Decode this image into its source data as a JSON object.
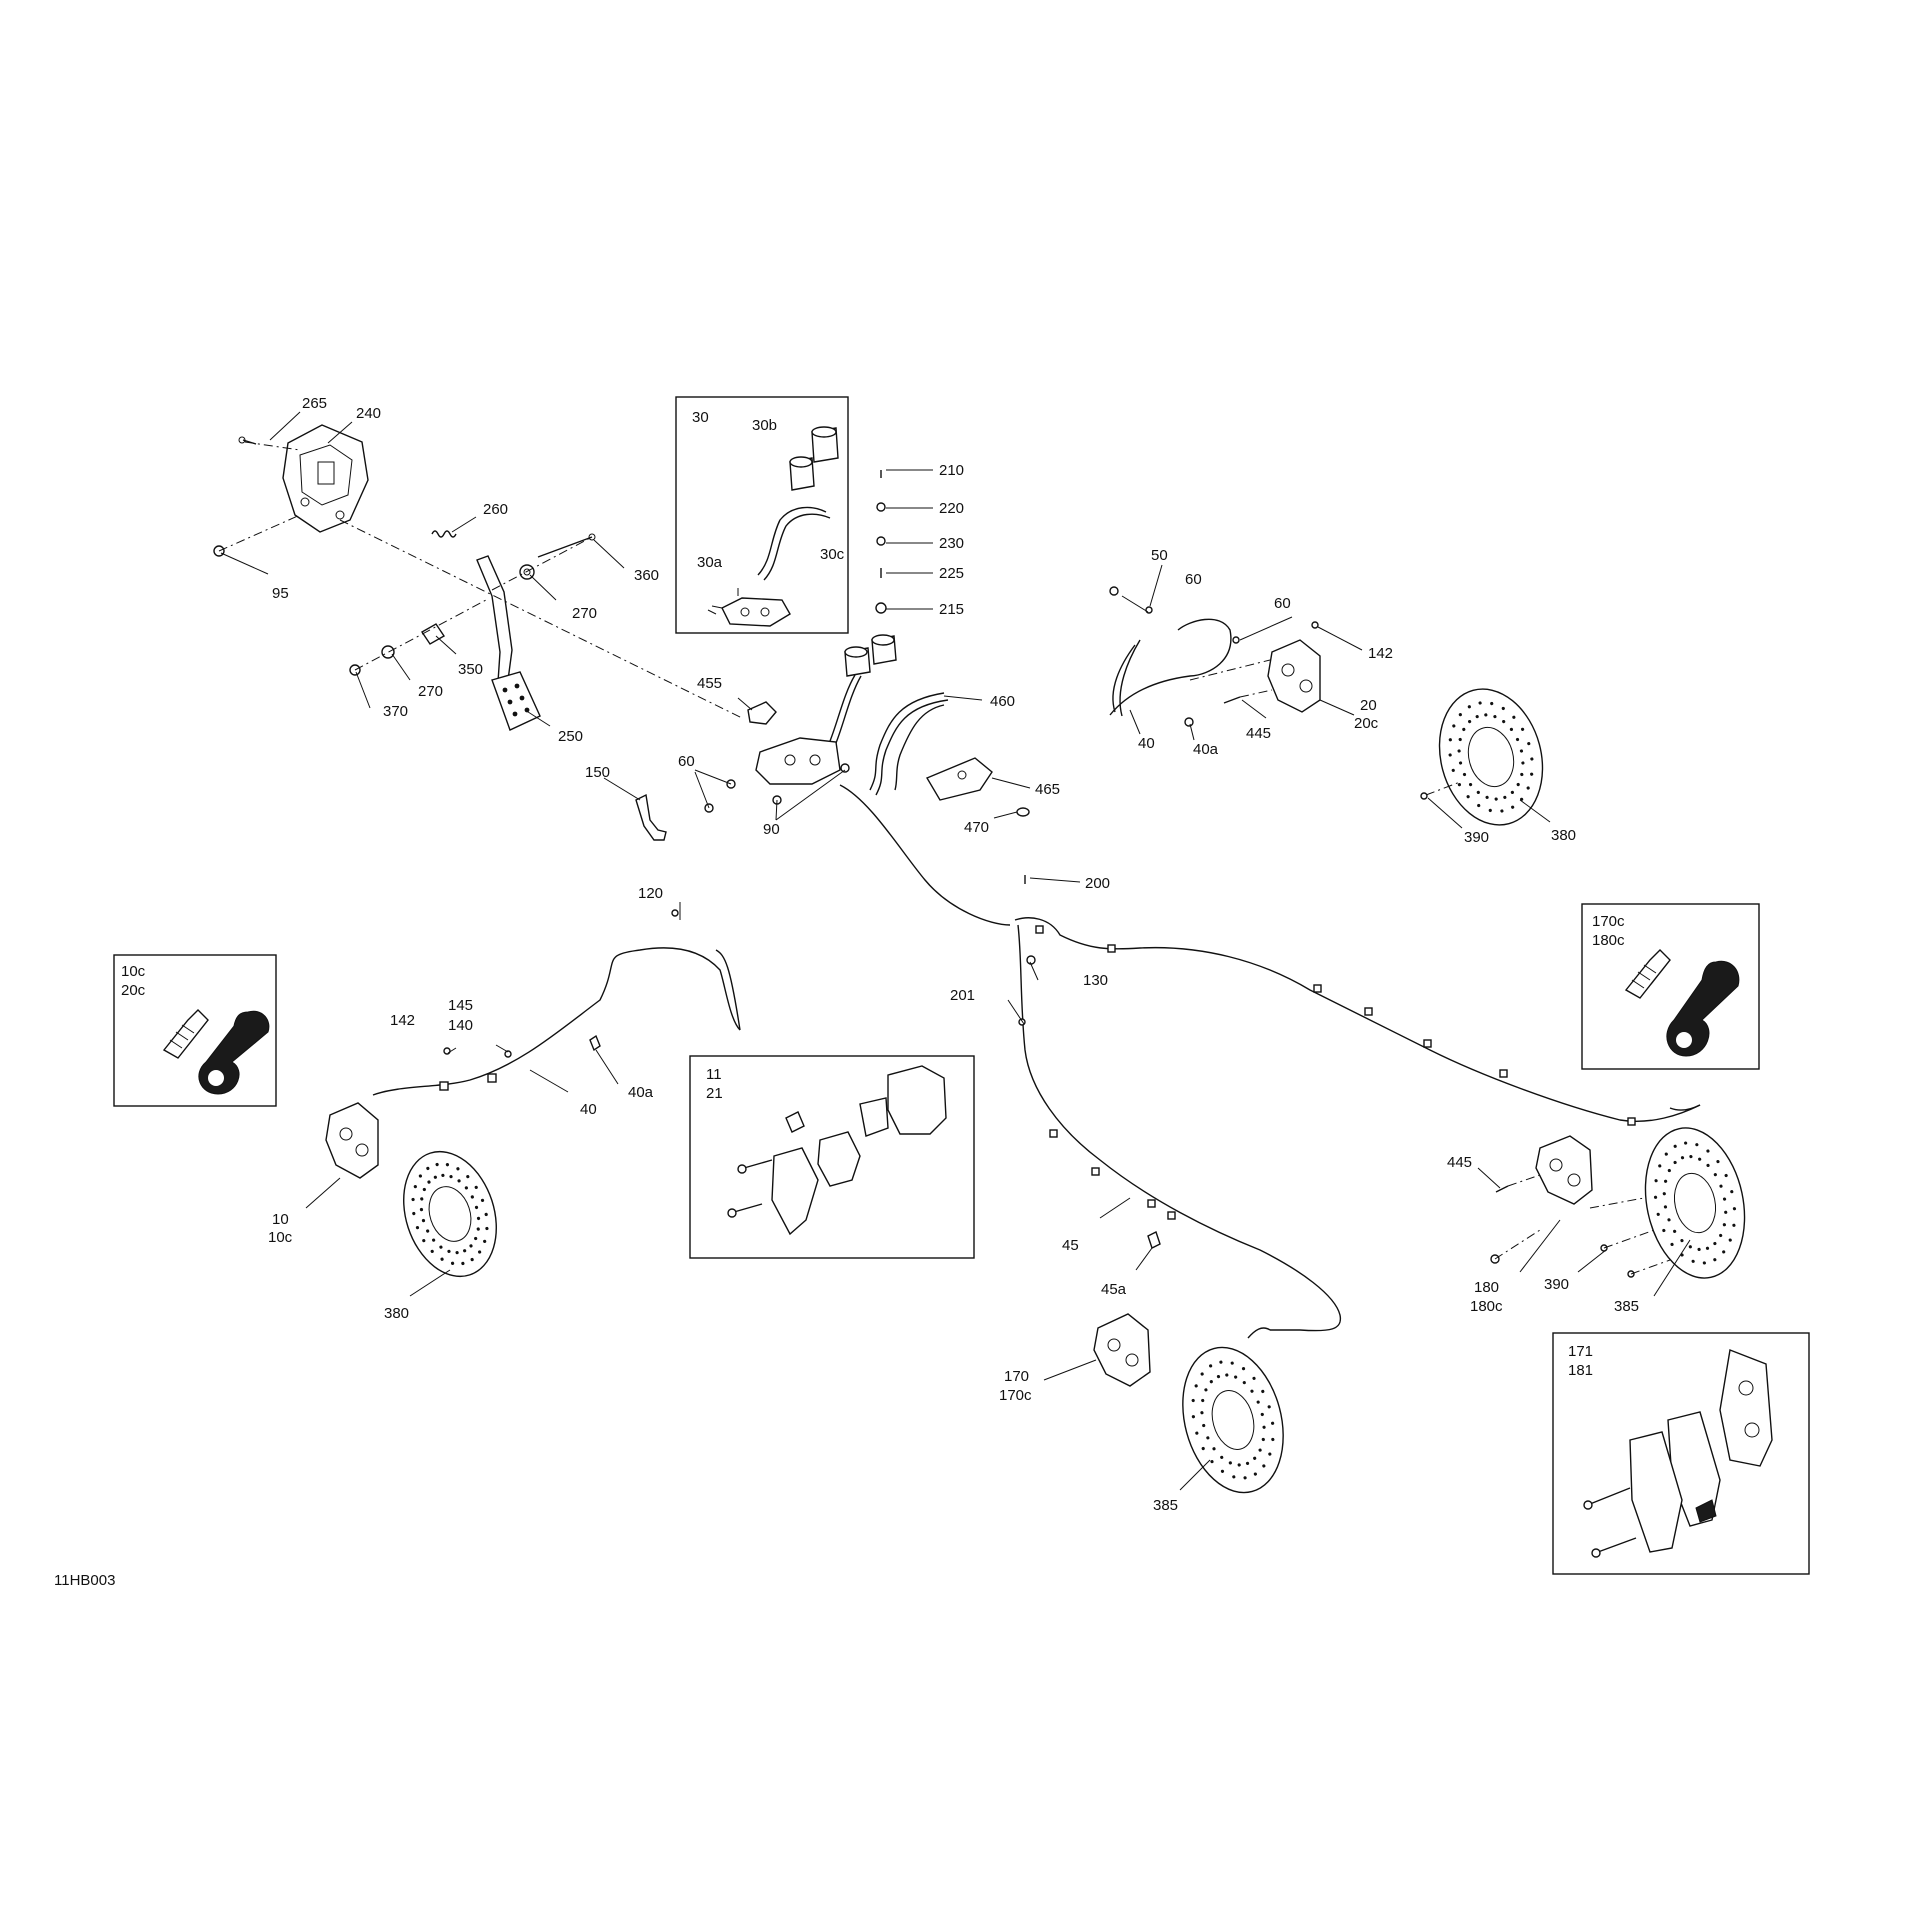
{
  "diagram_id": "11HB003",
  "callouts": {
    "c265": "265",
    "c240": "240",
    "c260": "260",
    "c95": "95",
    "c360": "360",
    "c270a": "270",
    "c270b": "270",
    "c350": "350",
    "c370": "370",
    "c250": "250",
    "c210": "210",
    "c220": "220",
    "c230": "230",
    "c225": "225",
    "c215": "215",
    "c455": "455",
    "c460": "460",
    "c465": "465",
    "c470": "470",
    "c150": "150",
    "c60a": "60",
    "c90": "90",
    "c200": "200",
    "c50": "50",
    "c60b": "60",
    "c60c": "60",
    "c142a": "142",
    "c40a": "40",
    "c40a2": "40a",
    "c445a": "445",
    "c20": "20",
    "c20c": "20c",
    "c390a": "390",
    "c380a": "380",
    "c120": "120",
    "c145": "145",
    "c140": "140",
    "c142b": "142",
    "c40b": "40",
    "c40b2": "40a",
    "c10": "10",
    "c10c": "10c",
    "c380b": "380",
    "c201": "201",
    "c130": "130",
    "c45": "45",
    "c45a": "45a",
    "c170": "170",
    "c170c": "170c",
    "c385a": "385",
    "c445b": "445",
    "c180": "180",
    "c180c": "180c",
    "c390b": "390",
    "c385b": "385"
  },
  "insets": {
    "master_cylinder": {
      "title": "30",
      "l30b": "30b",
      "l30c": "30c",
      "l30a": "30a"
    },
    "bleeder_front": {
      "line1": "10c",
      "line2": "20c"
    },
    "bleeder_rear": {
      "line1": "170c",
      "line2": "180c"
    },
    "pads_front": {
      "line1": "11",
      "line2": "21"
    },
    "pads_rear": {
      "line1": "171",
      "line2": "181"
    }
  }
}
